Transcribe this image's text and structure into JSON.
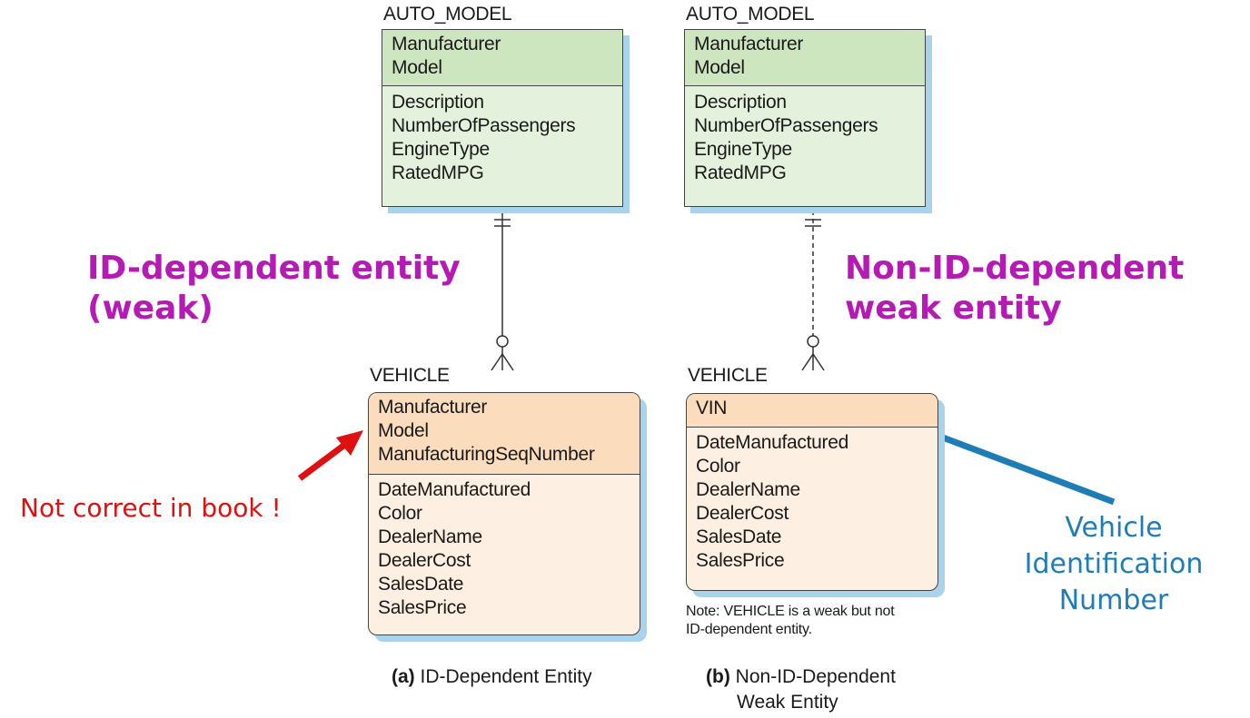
{
  "entities": {
    "auto_model_a": {
      "name": "AUTO_MODEL",
      "key_attributes": [
        "Manufacturer",
        "Model"
      ],
      "attributes": [
        "Description",
        "NumberOfPassengers",
        "EngineType",
        "RatedMPG"
      ]
    },
    "auto_model_b": {
      "name": "AUTO_MODEL",
      "key_attributes": [
        "Manufacturer",
        "Model"
      ],
      "attributes": [
        "Description",
        "NumberOfPassengers",
        "EngineType",
        "RatedMPG"
      ]
    },
    "vehicle_a": {
      "name": "VEHICLE",
      "key_attributes": [
        "Manufacturer",
        "Model",
        "ManufacturingSeqNumber"
      ],
      "attributes": [
        "DateManufactured",
        "Color",
        "DealerName",
        "DealerCost",
        "SalesDate",
        "SalesPrice"
      ]
    },
    "vehicle_b": {
      "name": "VEHICLE",
      "key_attributes": [
        "VIN"
      ],
      "attributes": [
        "DateManufactured",
        "Color",
        "DealerName",
        "DealerCost",
        "SalesDate",
        "SalesPrice"
      ]
    }
  },
  "callouts": {
    "left_line1": "ID-dependent entity",
    "left_line2": "(weak)",
    "right_line1": "Non-ID-dependent",
    "right_line2": "weak entity",
    "not_correct": "Not correct in book !",
    "vin_line1": "Vehicle",
    "vin_line2": "Identification",
    "vin_line3": "Number"
  },
  "note": {
    "line1": "Note: VEHICLE is a weak but not",
    "line2": "ID-dependent entity."
  },
  "captions": {
    "a_prefix": "(a)",
    "a_text": "ID-Dependent Entity",
    "b_prefix": "(b)",
    "b_text_line1": "Non-ID-Dependent",
    "b_text_line2": "Weak Entity"
  },
  "colors": {
    "callout_magenta": "#b51ab5",
    "warning_red": "#e01010",
    "vin_blue": "#1e7db5",
    "key_green": "#cde6bf",
    "body_green": "#e4f2dd",
    "key_orange": "#fbdcbc",
    "body_orange": "#fdf0e2",
    "shadow_blue": "#a9d3ec"
  }
}
